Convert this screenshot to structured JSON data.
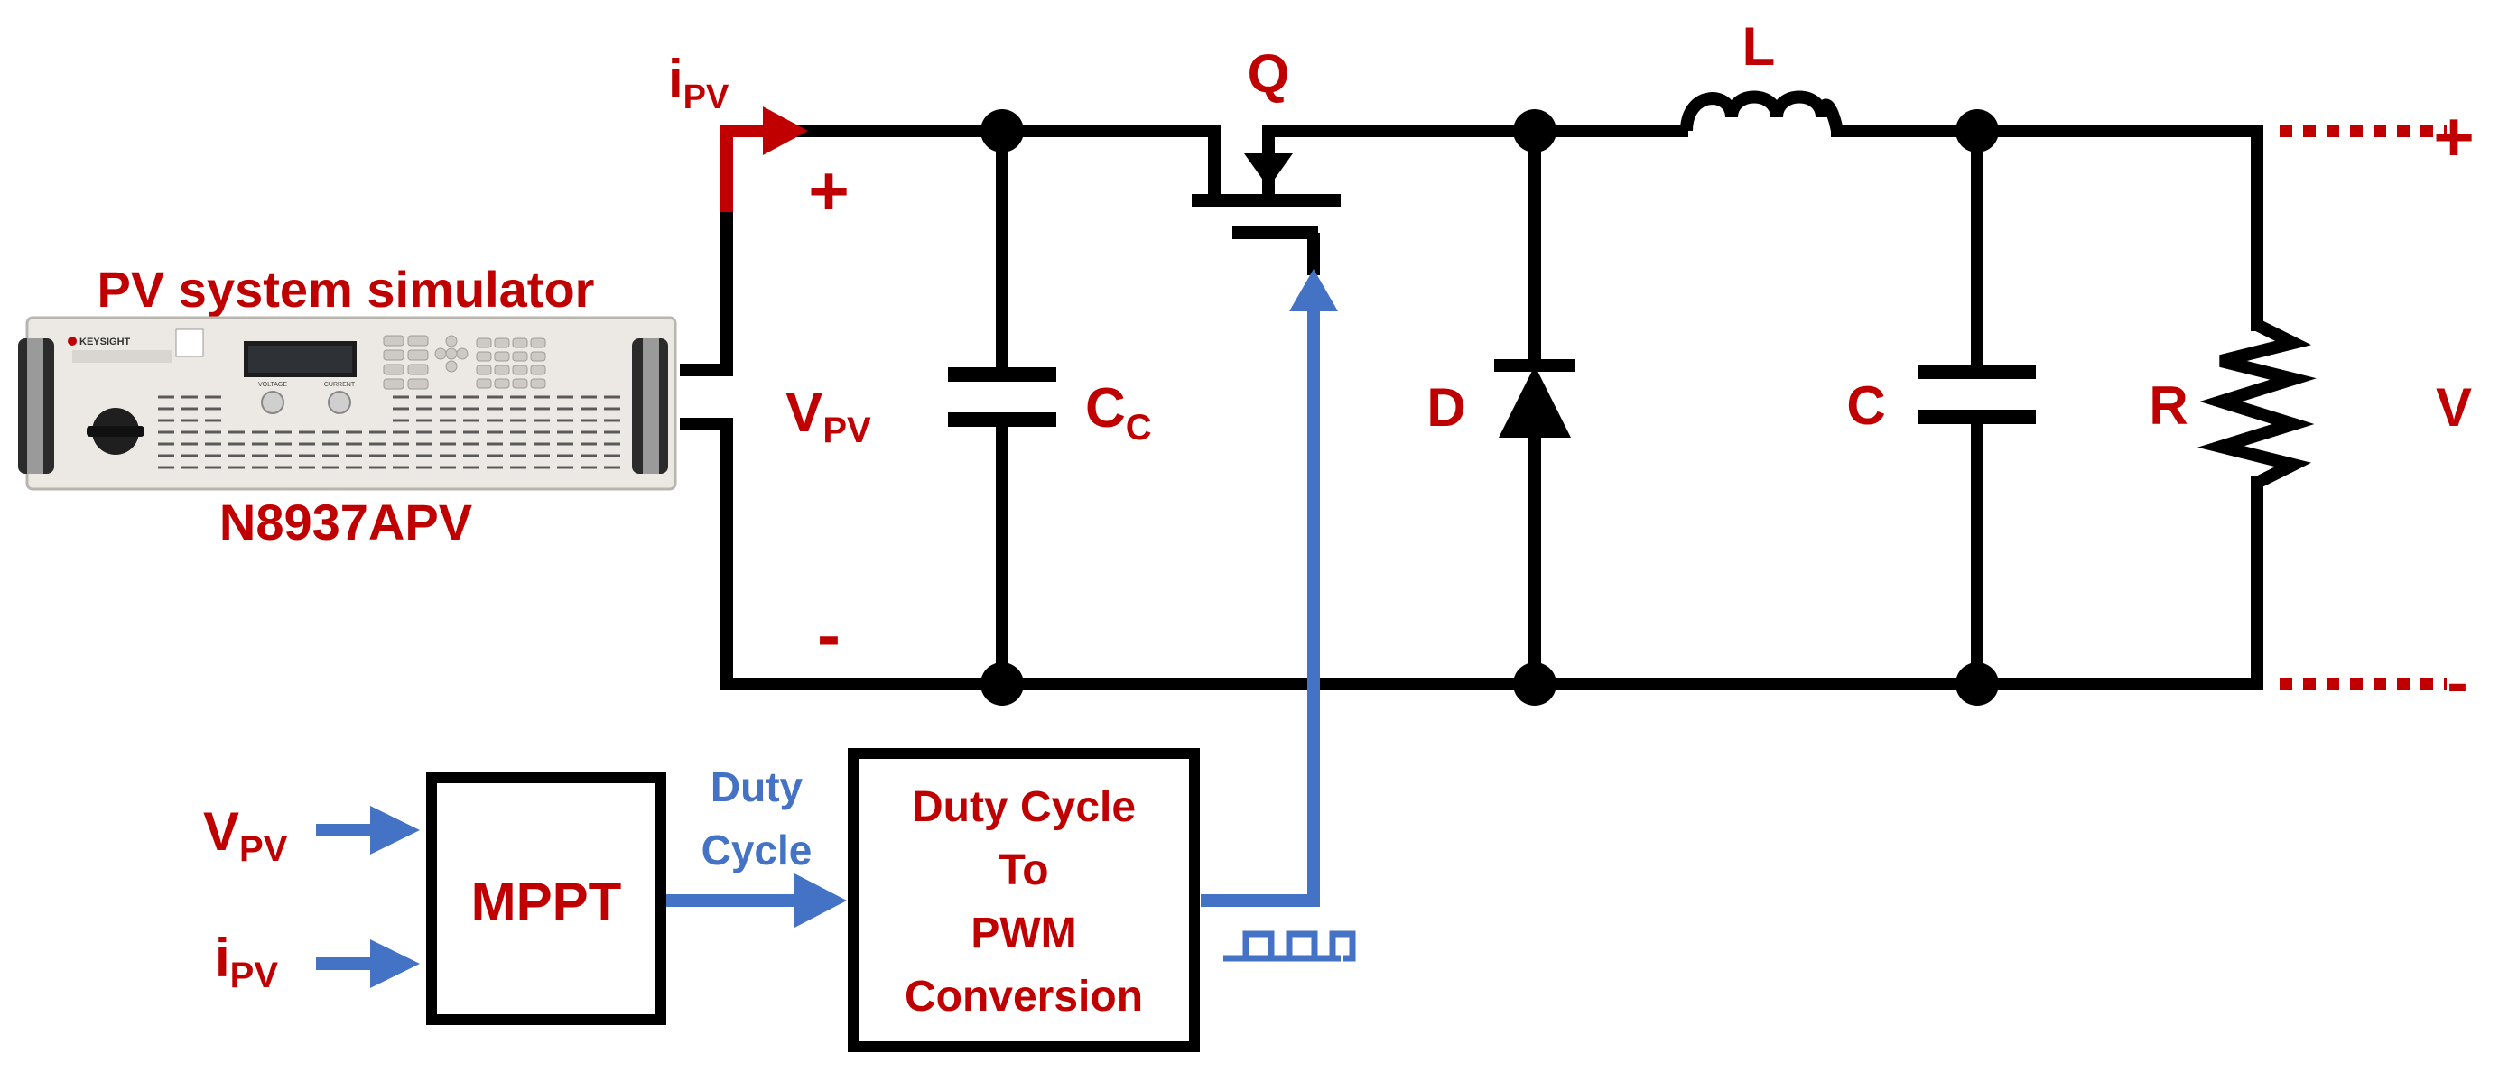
{
  "labels": {
    "simulator_title": "PV system simulator",
    "simulator_model": "N8937APV",
    "device_brand": "KEYSIGHT",
    "device_knob_left": "VOLTAGE",
    "device_knob_right": "CURRENT",
    "current_main": "i",
    "current_sub": "PV",
    "plus": "+",
    "minus": "-",
    "vpv_main": "V",
    "vpv_sub": "PV",
    "switch": "Q",
    "inductor": "L",
    "cc_main": "C",
    "cc_sub": "C",
    "diode": "D",
    "capacitor": "C",
    "resistor": "R",
    "output_voltage": "V",
    "mppt": "MPPT",
    "duty_line1": "Duty",
    "duty_line2": "Cycle",
    "pwm_line1": "Duty Cycle",
    "pwm_line2": "To",
    "pwm_line3": "PWM",
    "pwm_line4": "Conversion"
  },
  "colors": {
    "wire": "#000000",
    "label": "#c00000",
    "signal": "#4472c4",
    "current_arrow": "#c00000"
  }
}
